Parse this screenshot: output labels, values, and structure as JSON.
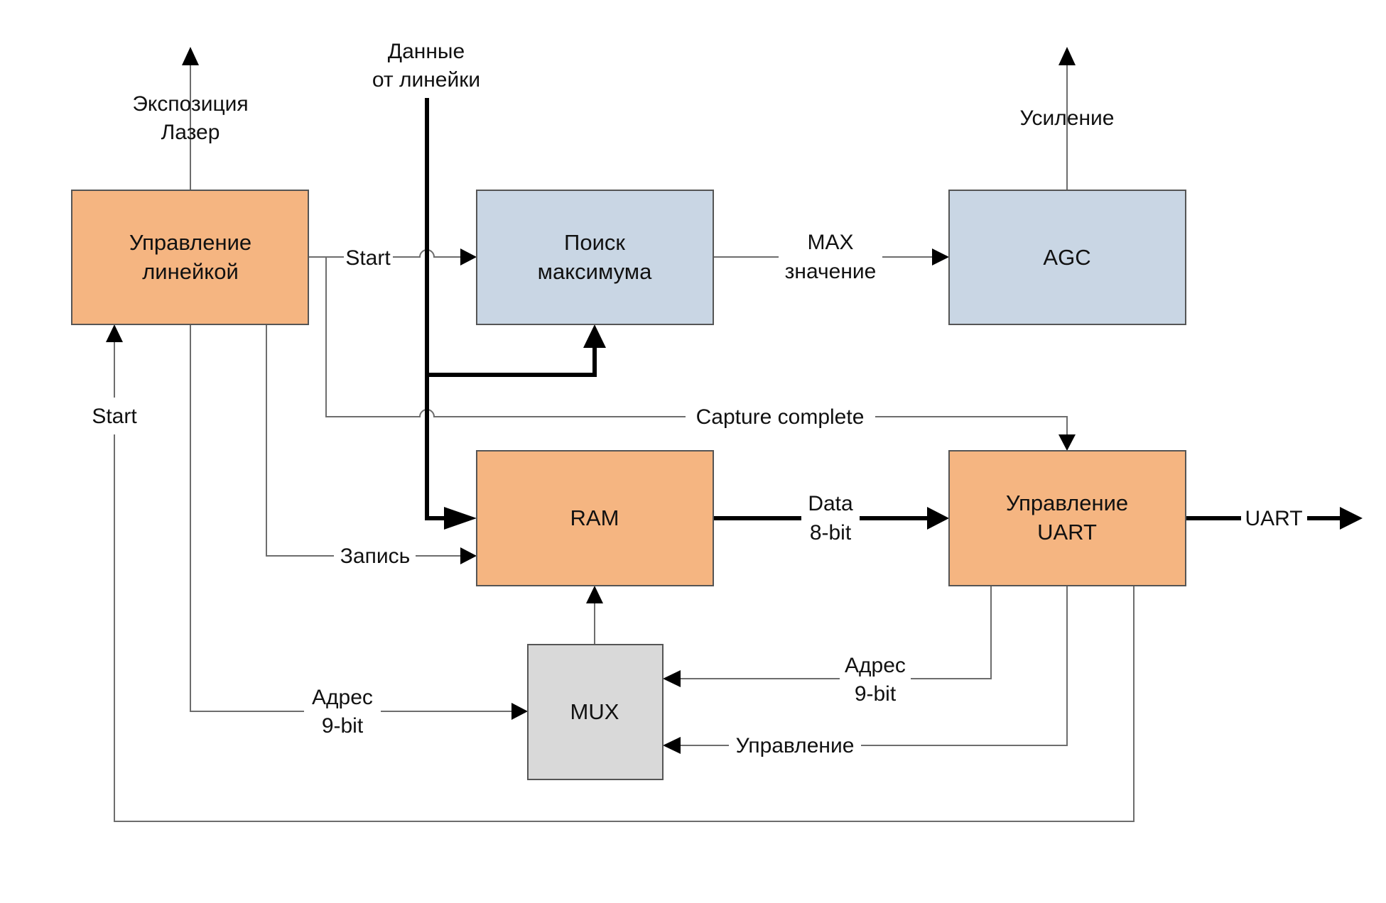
{
  "colors": {
    "control_block": "#F5B581",
    "processing_block": "#C9D6E4",
    "mux_block": "#D9D9D9",
    "thin_line": "#6D6D6D",
    "thick_line": "#000000"
  },
  "blocks": {
    "line_control": {
      "line1": "Управление",
      "line2": "линейкой"
    },
    "max_search": {
      "line1": "Поиск",
      "line2": "максимума"
    },
    "agc": {
      "label": "AGC"
    },
    "ram": {
      "label": "RAM"
    },
    "uart_control": {
      "line1": "Управление",
      "line2": "UART"
    },
    "mux": {
      "label": "MUX"
    }
  },
  "signals": {
    "exposure": {
      "line1": "Экспозиция",
      "line2": "Лазер"
    },
    "sensor_data": {
      "line1": "Данные",
      "line2": "от линейки"
    },
    "gain": {
      "label": "Усиление"
    },
    "start_top": {
      "label": "Start"
    },
    "max_value": {
      "line1": "MAX",
      "line2": "значение"
    },
    "capture_complete": {
      "label": "Capture complete"
    },
    "start_feedback": {
      "label": "Start"
    },
    "write": {
      "label": "Запись"
    },
    "data_bus": {
      "line1": "Data",
      "line2": "8-bit"
    },
    "uart_out": {
      "label": "UART"
    },
    "address_left": {
      "line1": "Адрес",
      "line2": "9-bit"
    },
    "address_right": {
      "line1": "Адрес",
      "line2": "9-bit"
    },
    "mux_control": {
      "label": "Управление"
    }
  }
}
